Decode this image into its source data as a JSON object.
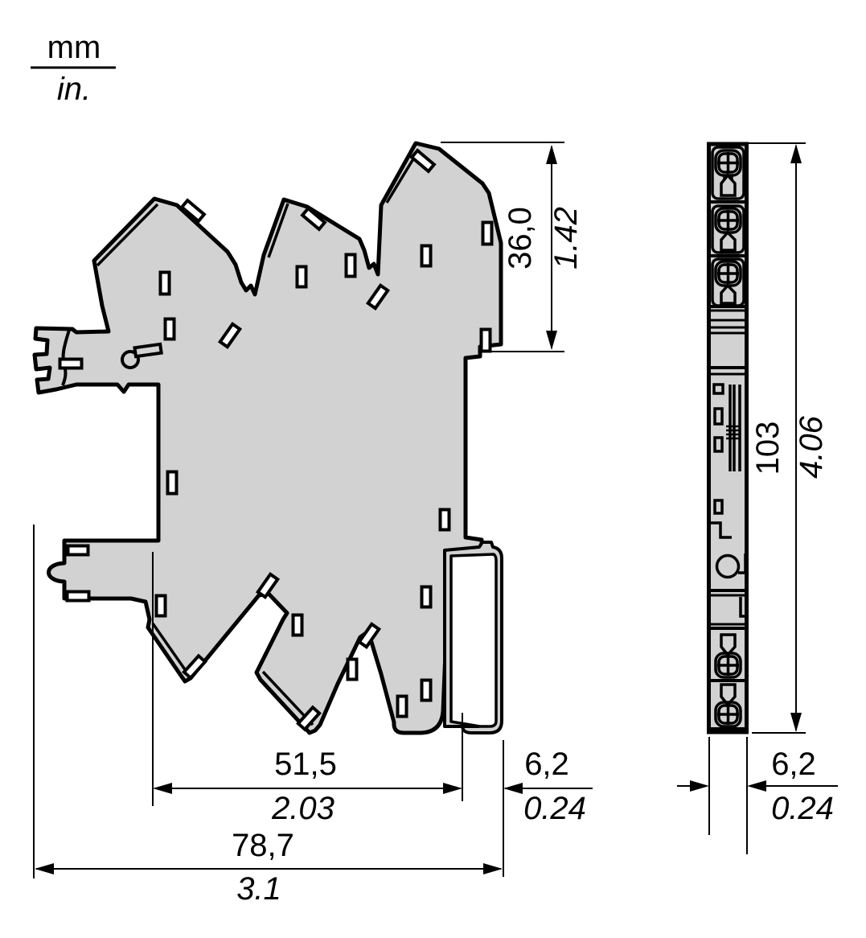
{
  "legend": {
    "metric_unit": "mm",
    "imperial_unit": "in."
  },
  "colors": {
    "body_fill": "#d2d2d2",
    "line": "#000000",
    "background": "#ffffff"
  },
  "drawing": {
    "side_view": {
      "dim_relay_height": {
        "mm": "36,0",
        "in": "1.42"
      },
      "dim_socket_depth": {
        "mm": "51,5",
        "in": "2.03"
      },
      "dim_rail_depth": {
        "mm": "6,2",
        "in": "0.24"
      },
      "dim_total_depth": {
        "mm": "78,7",
        "in": "3.1"
      }
    },
    "front_view": {
      "dim_total_height": {
        "mm": "103",
        "in": "4.06"
      },
      "dim_width": {
        "mm": "6,2",
        "in": "0.24"
      }
    }
  }
}
